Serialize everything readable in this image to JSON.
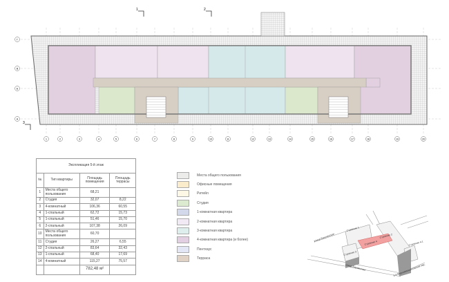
{
  "plan": {
    "column_axes": [
      "1",
      "2",
      "3",
      "4",
      "5",
      "6",
      "7",
      "8",
      "9",
      "10",
      "11",
      "12",
      "13",
      "14",
      "15",
      "16",
      "17",
      "18",
      "19",
      "20"
    ],
    "row_axes": [
      "Г",
      "В",
      "Б",
      "А"
    ],
    "section_marks": [
      "1",
      "2",
      "3"
    ],
    "colors": {
      "terrace_hatch": "#cfcfcf",
      "common": "#d8cfc4",
      "studio": "#dbe8cc",
      "two_room": "#efe3ef",
      "three_room": "#d5e9ea",
      "four_room": "#e2cfe0",
      "walls": "#777777"
    }
  },
  "table": {
    "title": "Экспликация 5-й этаж",
    "headers": [
      "№",
      "Тип квартиры",
      "Площадь помещения",
      "Площадь террасы"
    ],
    "rows": [
      [
        "1",
        "Места общего пользования",
        "68,21",
        ""
      ],
      [
        "2",
        "Студия",
        "32,07",
        "8,22"
      ],
      [
        "3",
        "4-комнатный",
        "106,36",
        "60,55"
      ],
      [
        "4",
        "1-спальный",
        "62,72",
        "15,73"
      ],
      [
        "5",
        "1-спальный",
        "51,46",
        "15,70"
      ],
      [
        "6",
        "2-спальный",
        "107,38",
        "26,09"
      ],
      [
        "10",
        "Места общего пользования",
        "60,70",
        ""
      ],
      [
        "11",
        "Студия",
        "26,27",
        "6,55"
      ],
      [
        "12",
        "2-спальный",
        "83,64",
        "32,43"
      ],
      [
        "13",
        "1-спальный",
        "68,40",
        "17,69"
      ],
      [
        "14",
        "4-комнатный",
        "115,27",
        "75,57"
      ]
    ],
    "total": "782,48 м²"
  },
  "legend": [
    {
      "label": "Места общего пользования",
      "color": "#ececea"
    },
    {
      "label": "Офисные помещения",
      "color": "#fbeccb"
    },
    {
      "label": "Ритейл",
      "color": "#fdf7e6"
    },
    {
      "label": "Студия",
      "color": "#dcebcf"
    },
    {
      "label": "1-комнатная квартира",
      "color": "#d3d9ea"
    },
    {
      "label": "2-комнатная квартира",
      "color": "#f1e9f3"
    },
    {
      "label": "3-комнатная квартира",
      "color": "#ddeeed"
    },
    {
      "label": "4-комнатная квартира (и более)",
      "color": "#e2cfe2"
    },
    {
      "label": "Пентхаус",
      "color": "#e3e6f5"
    },
    {
      "label": "Терраса",
      "color": "#e0d3c6"
    }
  ],
  "site": {
    "buildings": [
      "Строение 1",
      "Строение 2",
      "Строение 3",
      "Строение 4",
      "Строение 4.1"
    ],
    "streets": [
      "улица Бакунинская",
      "улица Бауманская",
      "2-й Верхнемихайловский пер."
    ],
    "highlight_color": "#f2a0a0"
  }
}
